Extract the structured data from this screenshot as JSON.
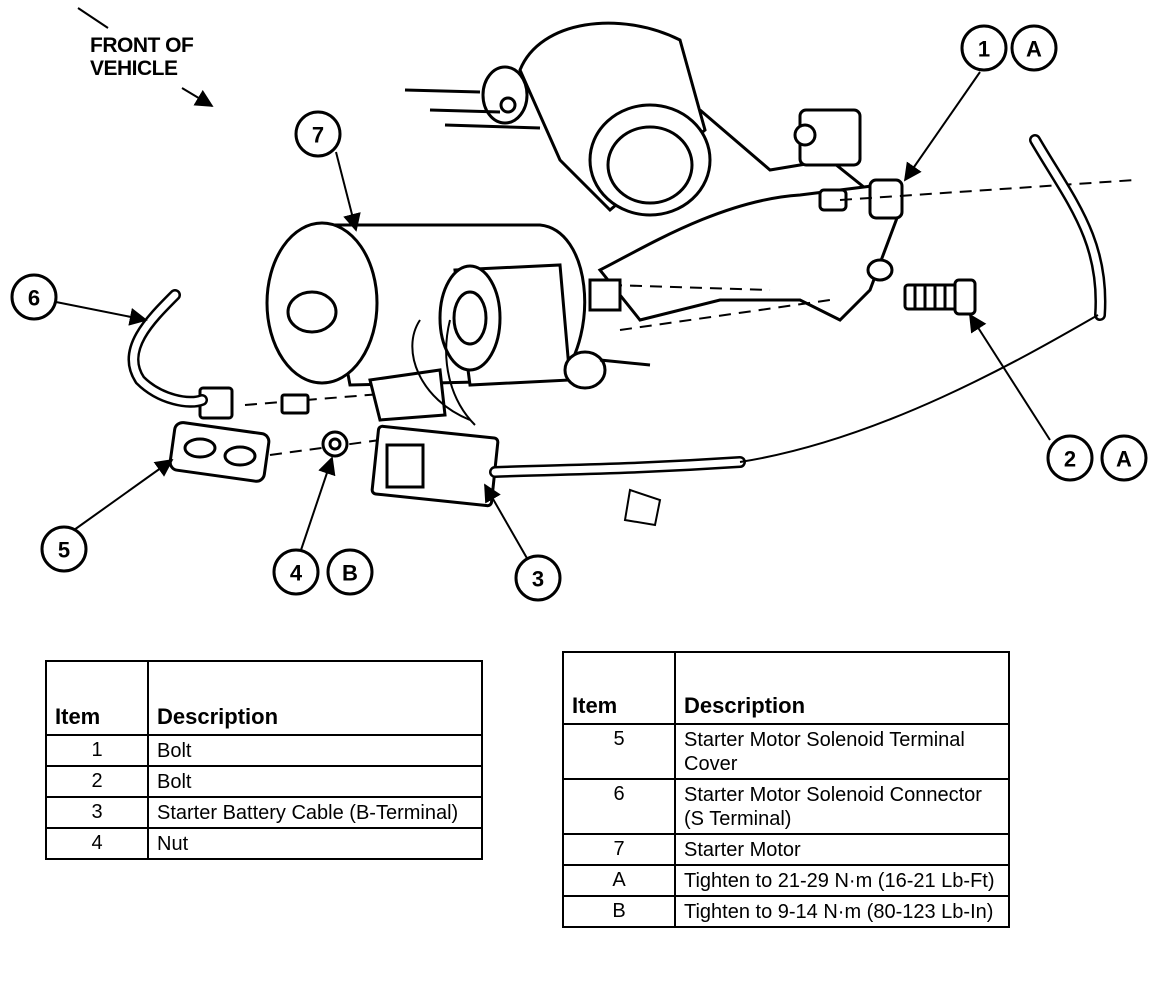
{
  "front_label": {
    "line1": "FRONT OF",
    "line2": "VEHICLE"
  },
  "callouts": {
    "c1": "1",
    "c1a": "A",
    "c2": "2",
    "c2a": "A",
    "c3": "3",
    "c4": "4",
    "c4b": "B",
    "c5": "5",
    "c6": "6",
    "c7": "7"
  },
  "table_left": {
    "header_item": "Item",
    "header_desc": "Description",
    "rows": [
      {
        "item": "1",
        "desc": "Bolt"
      },
      {
        "item": "2",
        "desc": "Bolt"
      },
      {
        "item": "3",
        "desc": "Starter Battery Cable (B-Terminal)"
      },
      {
        "item": "4",
        "desc": "Nut"
      }
    ]
  },
  "table_right": {
    "header_item": "Item",
    "header_desc": "Description",
    "rows": [
      {
        "item": "5",
        "desc": "Starter Motor Solenoid Terminal Cover"
      },
      {
        "item": "6",
        "desc": "Starter Motor Solenoid Connector (S Terminal)"
      },
      {
        "item": "7",
        "desc": "Starter Motor"
      },
      {
        "item": "A",
        "desc": "Tighten to 21-29 N·m (16-21 Lb-Ft)"
      },
      {
        "item": "B",
        "desc": "Tighten to 9-14 N·m (80-123 Lb-In)"
      }
    ]
  }
}
